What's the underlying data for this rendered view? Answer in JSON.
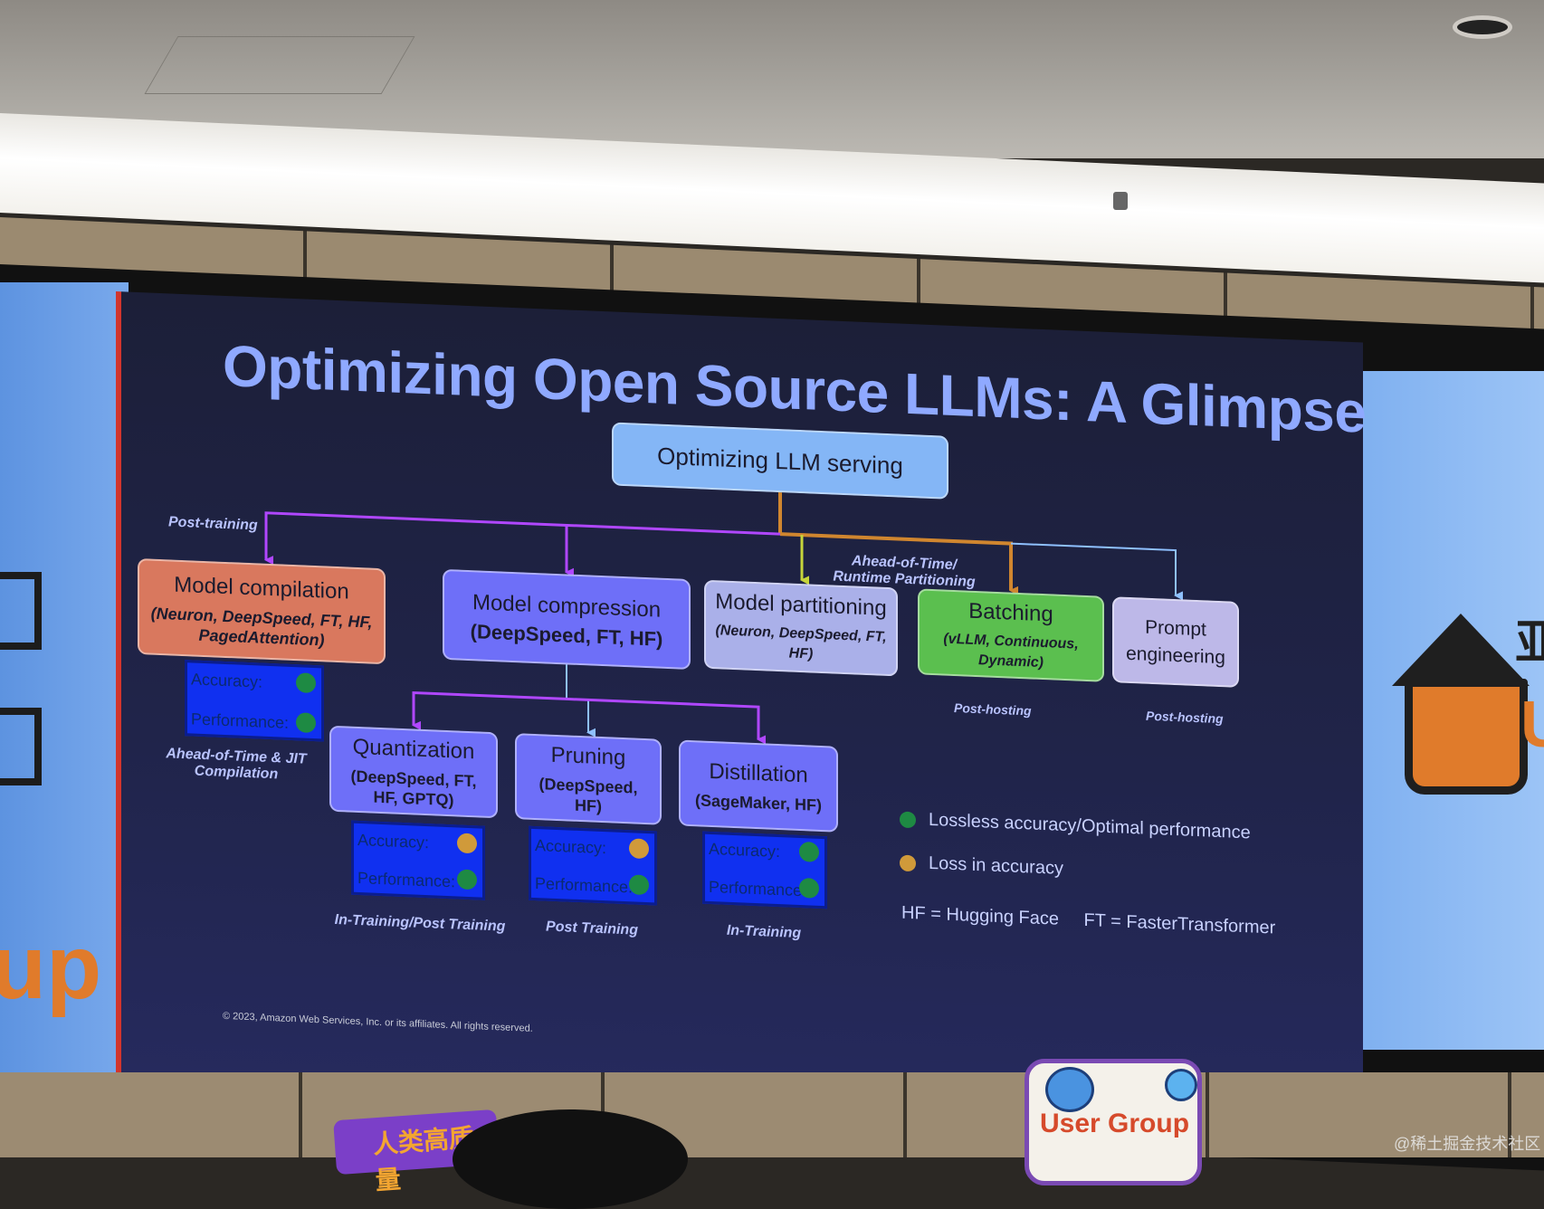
{
  "slide": {
    "title": "Optimizing Open Source LLMs: A Glimpse",
    "root": "Optimizing LLM serving",
    "branches": {
      "compilation": {
        "title": "Model compilation",
        "tools": "(Neuron, DeepSpeed, FT, HF, PagedAttention)",
        "stage": "Ahead-of-Time & JIT Compilation"
      },
      "compression": {
        "title": "Model compression",
        "tools": "(DeepSpeed, FT, HF)"
      },
      "partitioning": {
        "title": "Model partitioning",
        "tools": "(Neuron, DeepSpeed, FT, HF)"
      },
      "batching": {
        "title": "Batching",
        "tools": "(vLLM, Continuous, Dynamic)",
        "stage": "Post-hosting"
      },
      "prompt": {
        "title": "Prompt engineering",
        "stage": "Post-hosting"
      }
    },
    "edge_labels": {
      "post_training": "Post-training",
      "partitioning": "Ahead-of-Time/ Runtime Partitioning"
    },
    "techniques": {
      "quantization": {
        "title": "Quantization",
        "tools": "(DeepSpeed, FT, HF, GPTQ)",
        "stage": "In-Training/Post Training"
      },
      "pruning": {
        "title": "Pruning",
        "tools": "(DeepSpeed, HF)",
        "stage": "Post Training"
      },
      "distillation": {
        "title": "Distillation",
        "tools": "(SageMaker, HF)",
        "stage": "In-Training"
      }
    },
    "metrics_labels": {
      "accuracy": "Accuracy:",
      "performance": "Performance:"
    },
    "legend": {
      "lossless": "Lossless accuracy/Optimal performance",
      "loss": "Loss in accuracy",
      "hf": "HF = Hugging Face",
      "ft": "FT = FasterTransformer"
    },
    "copyright": "© 2023, Amazon Web Services, Inc. or its affiliates. All rights reserved."
  },
  "colors": {
    "green": "#1e8a43",
    "orange": "#d09a3a"
  },
  "background": {
    "left_badge": "人类高质量",
    "right_badge": "User Group",
    "right_screen_char": "亚",
    "side_left_text": "up",
    "watermark": "@稀土掘金技术社区"
  }
}
